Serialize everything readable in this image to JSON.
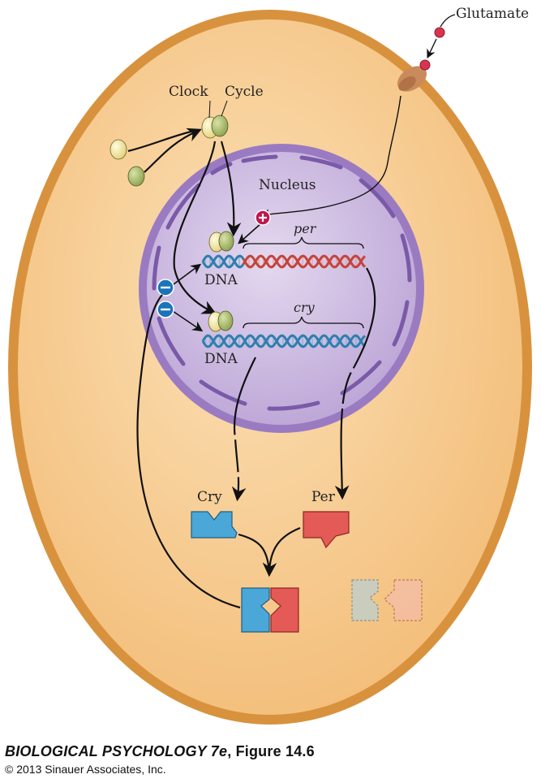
{
  "labels": {
    "glutamate": "Glutamate",
    "clock": "Clock",
    "cycle": "Cycle",
    "nucleus": "Nucleus",
    "per_gene": "per",
    "cry_gene": "cry",
    "dna_upper": "DNA",
    "dna_lower": "DNA",
    "cry_protein": "Cry",
    "per_protein": "Per"
  },
  "caption": {
    "title_italic": "BIOLOGICAL PSYCHOLOGY 7e",
    "title_rest": ", Figure 14.6",
    "copyright": "© 2013 Sinauer Associates, Inc."
  },
  "colors": {
    "cell_fill": "#f6c98a",
    "cell_border": "#c9842f",
    "nucleus_fill": "#c7b3dd",
    "nucleus_border": "#8e6fb8",
    "dna_blue": "#2f7fae",
    "dna_red": "#c4453c",
    "cry_blue": "#4aa7d8",
    "per_red": "#e35a56",
    "clock_yellow": "#f1e6a0",
    "cycle_green": "#a7ba6a",
    "activator_plus": "#c0174a",
    "inhibitor_minus": "#1b74b8"
  }
}
